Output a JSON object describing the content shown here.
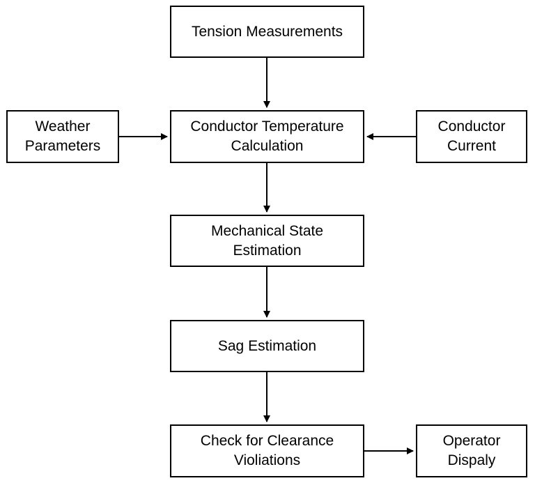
{
  "nodes": {
    "tension_measurements": "Tension Measurements",
    "weather_parameters": "Weather\nParameters",
    "conductor_temperature": "Conductor Temperature\nCalculation",
    "conductor_current": "Conductor\nCurrent",
    "mechanical_state": "Mechanical State\nEstimation",
    "sag_estimation": "Sag Estimation",
    "clearance_check": "Check for Clearance\nVioliations",
    "operator_display": "Operator\nDispaly"
  },
  "edges": [
    {
      "from": "tension_measurements",
      "to": "conductor_temperature"
    },
    {
      "from": "weather_parameters",
      "to": "conductor_temperature"
    },
    {
      "from": "conductor_current",
      "to": "conductor_temperature"
    },
    {
      "from": "conductor_temperature",
      "to": "mechanical_state"
    },
    {
      "from": "mechanical_state",
      "to": "sag_estimation"
    },
    {
      "from": "sag_estimation",
      "to": "clearance_check"
    },
    {
      "from": "clearance_check",
      "to": "operator_display"
    }
  ],
  "colors": {
    "stroke": "#000000",
    "fill": "#ffffff",
    "text": "#000000"
  }
}
